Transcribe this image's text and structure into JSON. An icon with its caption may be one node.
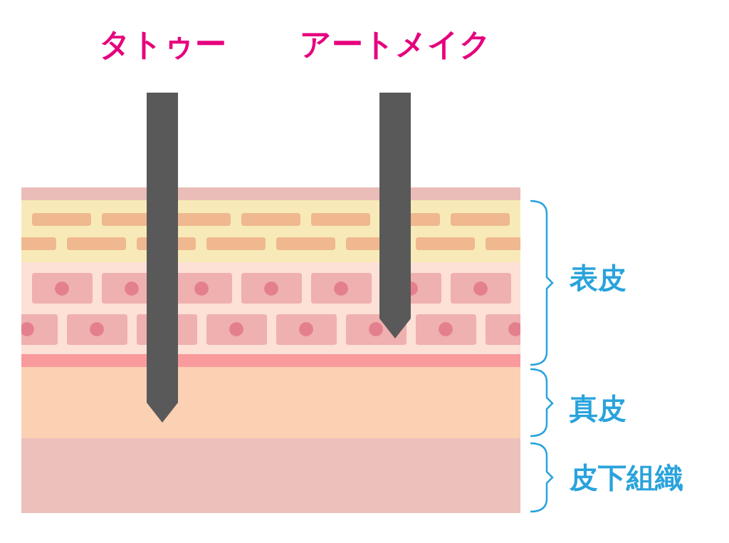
{
  "diagram": {
    "labels": [
      "タトゥー",
      "アートメイク",
      "表皮",
      "真皮",
      "皮下組織"
    ]
  }
}
